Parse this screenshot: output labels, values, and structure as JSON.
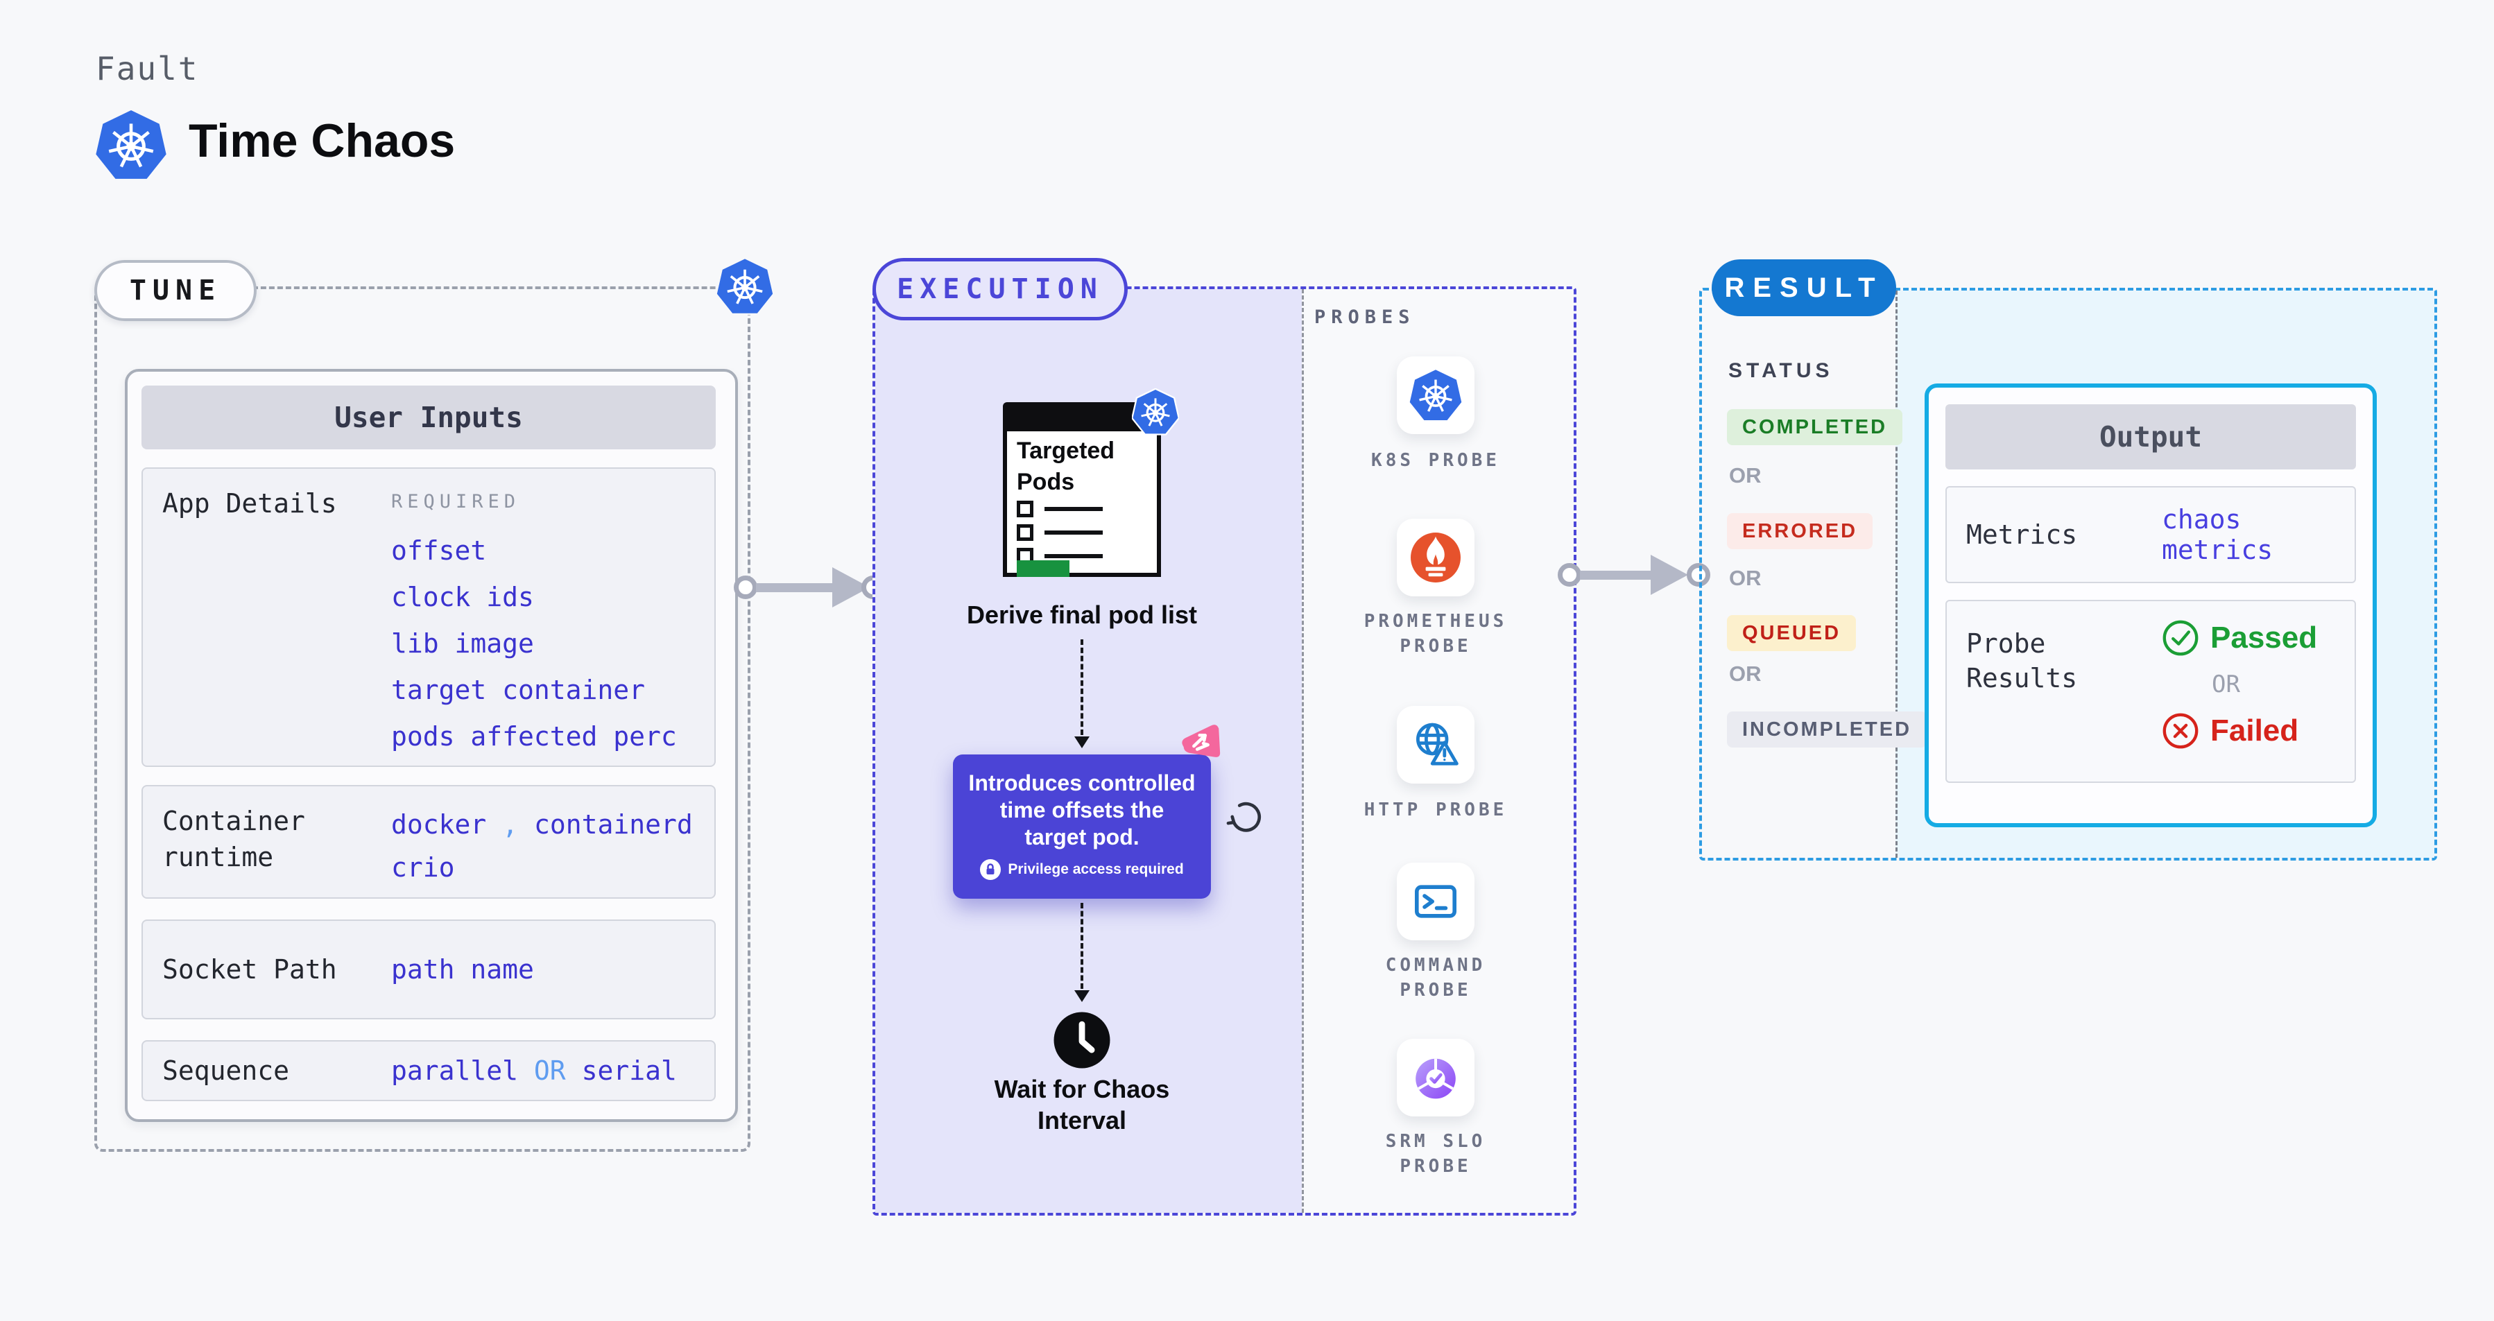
{
  "header": {
    "kicker": "Fault",
    "title": "Time Chaos"
  },
  "colors": {
    "accent_indigo": "#4b46d8",
    "lavender_fill": "#e4e4fa",
    "result_blue": "#1478d1",
    "output_border_cyan": "#15abe4",
    "value_indigo": "#3a32cf",
    "value_light_blue": "#5f9cf0",
    "k8s_blue": "#326ce5",
    "prometheus_orange": "#e6522c",
    "sticker_pink": "#f4679d",
    "passed_green": "#1b9e35",
    "failed_red": "#d6231b",
    "clipboard_green": "#18923f"
  },
  "tune": {
    "badge": "TUNE",
    "card_title": "User Inputs",
    "app_details": {
      "label": "App Details",
      "tag": "REQUIRED",
      "values": [
        "offset",
        "clock ids",
        "lib image",
        "target container",
        "pods affected perc"
      ]
    },
    "container_runtime": {
      "label_line1": "Container",
      "label_line2": "runtime",
      "value1": "docker",
      "separator": ",",
      "value2": "containerd",
      "value3": "crio"
    },
    "socket_path": {
      "label": "Socket Path",
      "value": "path name"
    },
    "sequence": {
      "label": "Sequence",
      "value1": "parallel",
      "or": "OR",
      "value2": "serial"
    }
  },
  "execution": {
    "badge": "EXECUTION",
    "clipboard": {
      "line1": "Targeted",
      "line2": "Pods"
    },
    "step1_caption": "Derive final pod list",
    "tooltip": {
      "line1": "Introduces controlled",
      "line2": "time offsets the",
      "line3": "target pod.",
      "note": "Privilege access required"
    },
    "step2_caption_line1": "Wait for Chaos",
    "step2_caption_line2": "Interval",
    "probes": {
      "heading": "PROBES",
      "items": [
        {
          "icon": "k8s-probe-icon",
          "label_line1": "K8S PROBE",
          "label_line2": ""
        },
        {
          "icon": "prometheus-probe-icon",
          "label_line1": "PROMETHEUS",
          "label_line2": "PROBE"
        },
        {
          "icon": "http-probe-icon",
          "label_line1": "HTTP PROBE",
          "label_line2": ""
        },
        {
          "icon": "command-probe-icon",
          "label_line1": "COMMAND",
          "label_line2": "PROBE"
        },
        {
          "icon": "srm-slo-probe-icon",
          "label_line1": "SRM SLO",
          "label_line2": "PROBE"
        }
      ]
    }
  },
  "result": {
    "badge": "RESULT",
    "status": {
      "heading": "STATUS",
      "or": "OR",
      "items": [
        {
          "label": "COMPLETED",
          "bg": "#def0dc",
          "fg": "#1a7d26"
        },
        {
          "label": "ERRORED",
          "bg": "#fcebe9",
          "fg": "#c52b1e"
        },
        {
          "label": "QUEUED",
          "bg": "#fcf0cd",
          "fg": "#c02018"
        },
        {
          "label": "INCOMPLETED",
          "bg": "#eaebf1",
          "fg": "#585e73"
        }
      ]
    },
    "output": {
      "title": "Output",
      "metrics_label": "Metrics",
      "metrics_value": "chaos metrics",
      "probe_results_label_line1": "Probe",
      "probe_results_label_line2": "Results",
      "passed": "Passed",
      "or": "OR",
      "failed": "Failed"
    }
  }
}
